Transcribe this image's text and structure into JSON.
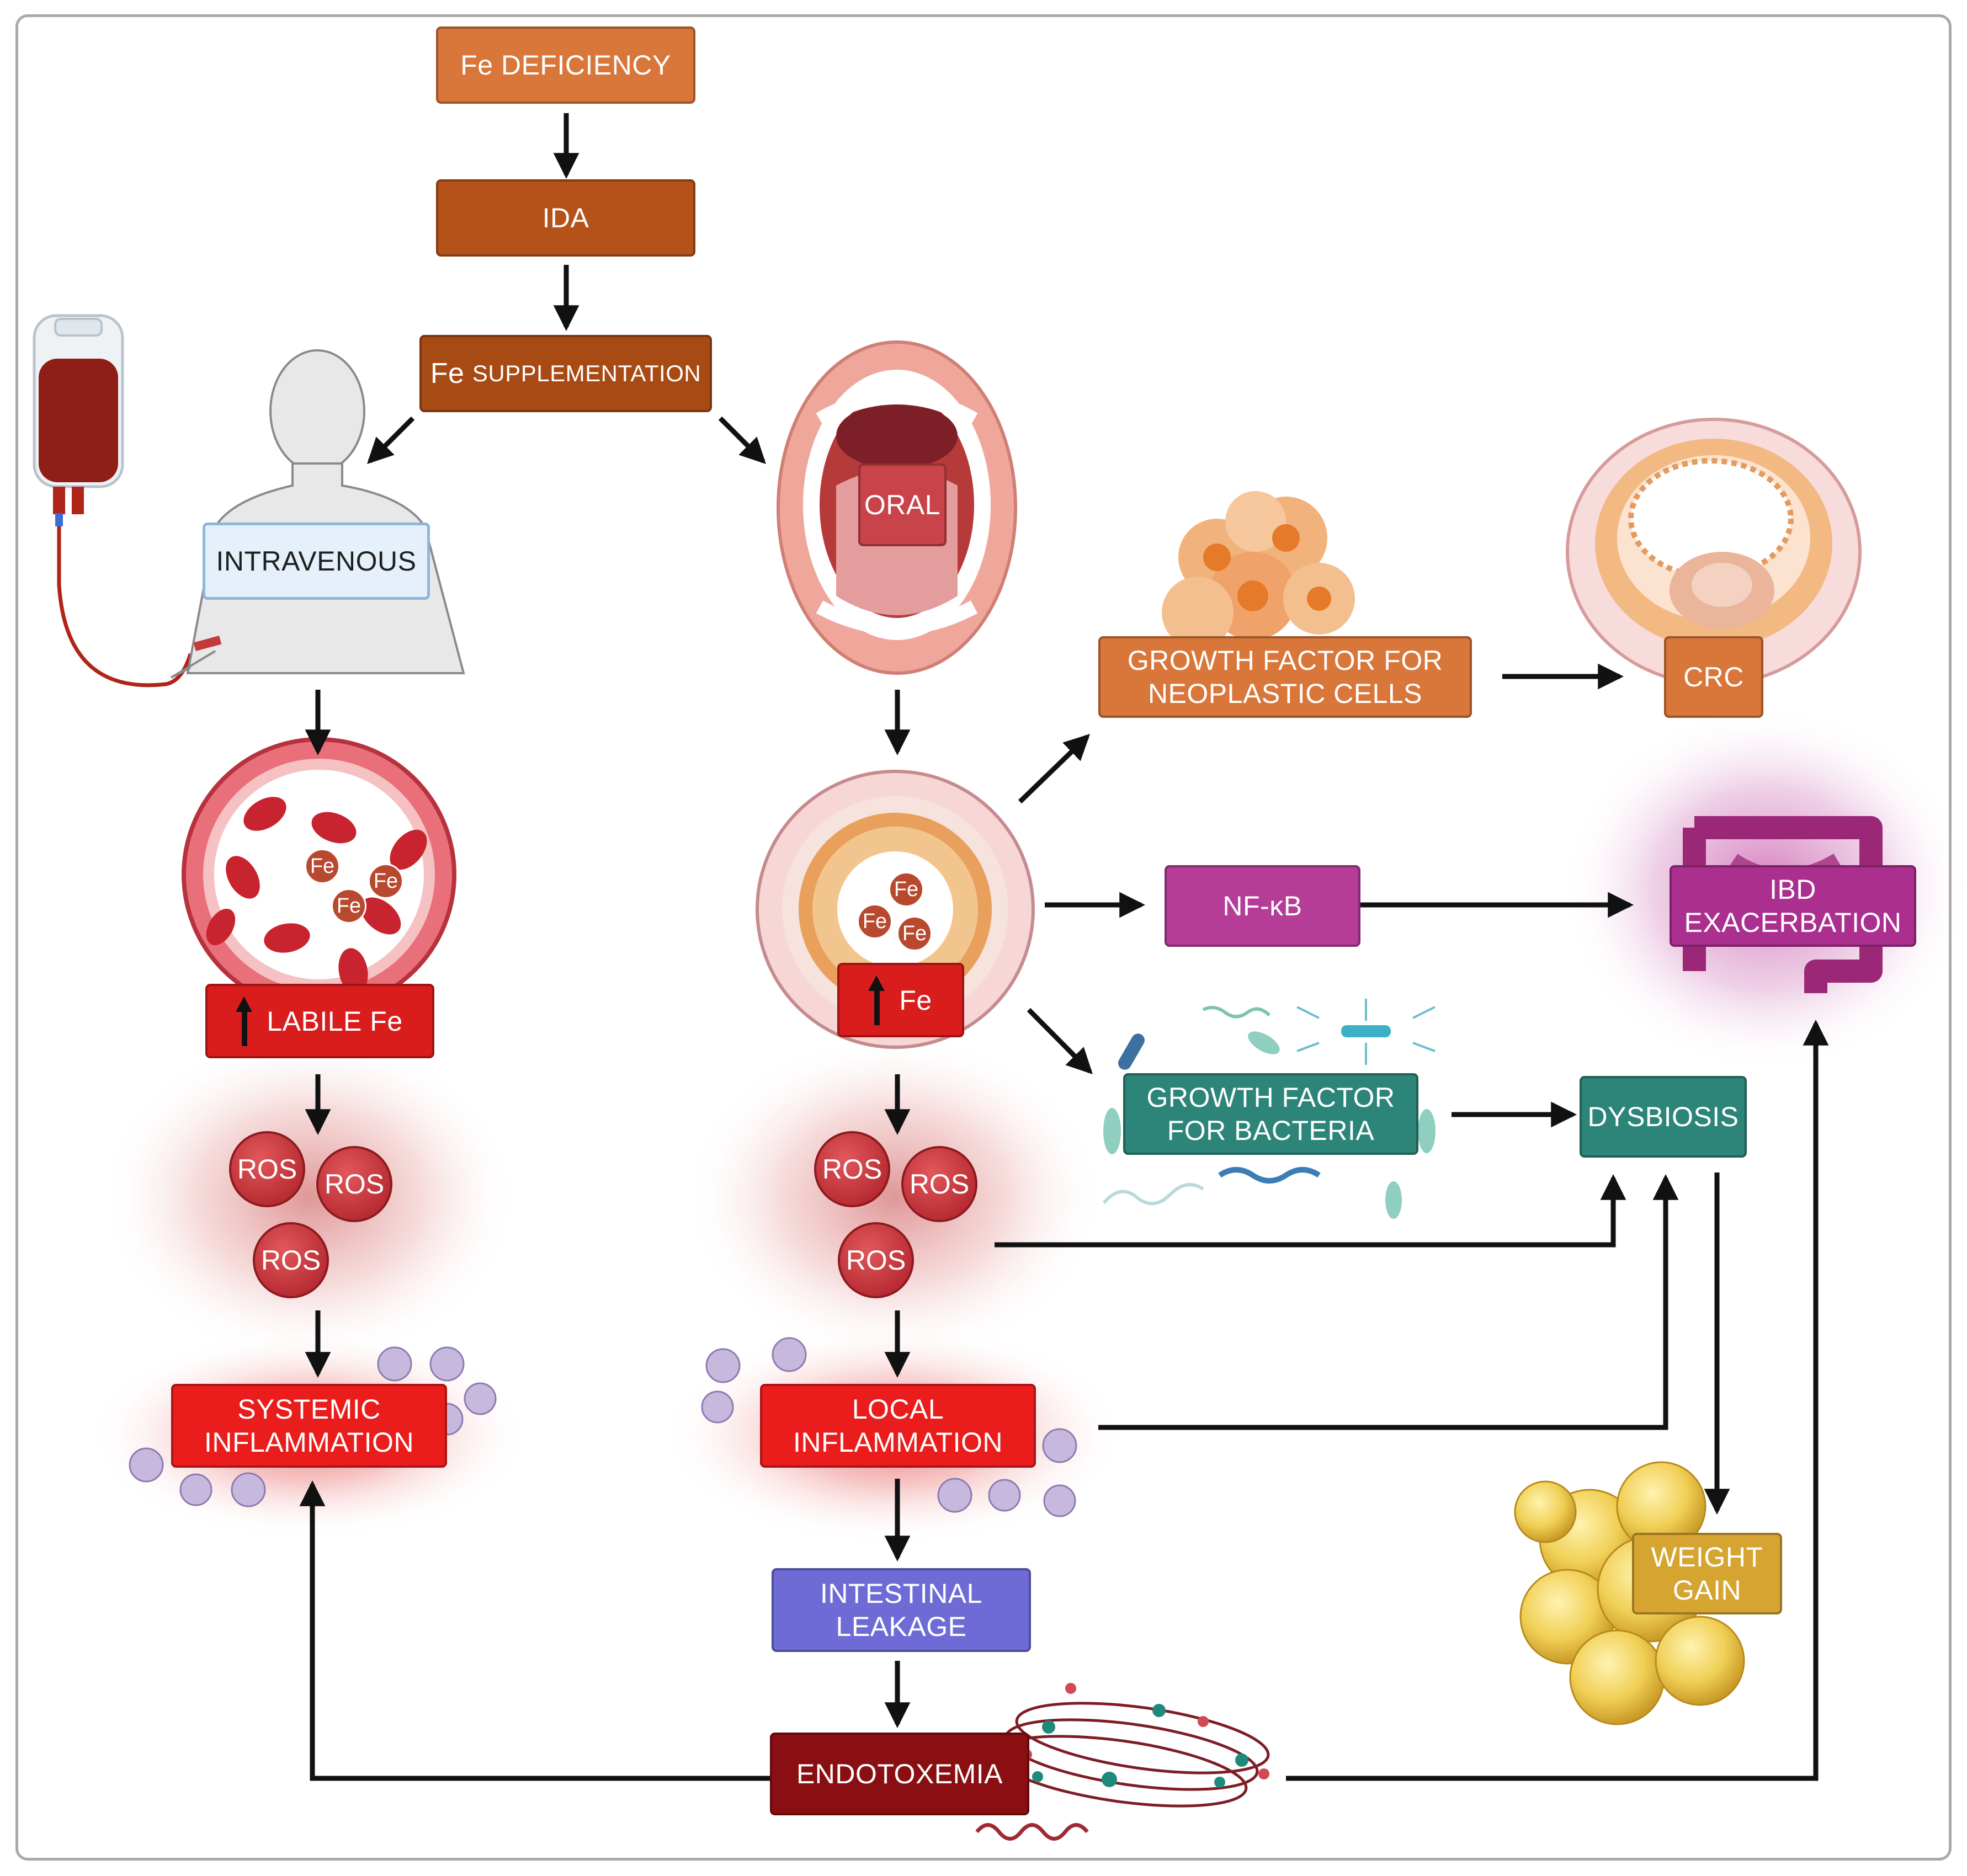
{
  "colors": {
    "orange_light": "#d9763a",
    "orange_dark": "#b4521a",
    "brown": "#a84a14",
    "iv_box_fill": "#e6f0fb",
    "iv_box_border": "#8fb4de",
    "oral_red": "#c9434a",
    "red": "#d91d1d",
    "bright_red": "#ea1c1c",
    "ros_red": "#c8282e",
    "nfkb_magenta": "#b53c97",
    "ibd_magenta": "#ab2f8f",
    "teal": "#2c8578",
    "purple": "#6e6bd6",
    "dark_red": "#8a0f12",
    "gold": "#d6a431",
    "arrow": "#111111"
  },
  "boxes": {
    "fe_deficiency": "Fe DEFICIENCY",
    "ida": "IDA",
    "fe_supplementation_prefix": "Fe",
    "fe_supplementation_suffix": "SUPPLEMENTATION",
    "intravenous": "INTRAVENOUS",
    "oral": "ORAL",
    "labile_fe": "LABILE Fe",
    "local_fe": "Fe",
    "systemic_inflammation": "SYSTEMIC\nINFLAMMATION",
    "local_inflammation": "LOCAL\nINFLAMMATION",
    "intestinal_leakage": "INTESTINAL\nLEAKAGE",
    "endotoxemia": "ENDOTOXEMIA",
    "growth_factor_neoplastic": "GROWTH FACTOR FOR\nNEOPLASTIC CELLS",
    "crc": "CRC",
    "nfkb": "NF-κB",
    "ibd_exacerbation": "IBD\nEXACERBATION",
    "growth_factor_bacteria": "GROWTH FACTOR\nFOR BACTERIA",
    "dysbiosis": "DYSBIOSIS",
    "weight_gain": "WEIGHT\nGAIN"
  },
  "ros_label": "ROS",
  "fe_label": "Fe",
  "icons": [
    "iv-bag-icon",
    "human-body-icon",
    "open-mouth-icon",
    "blood-vessel-icon",
    "intestine-cross-section-icon",
    "tumor-cells-icon",
    "colon-cross-section-icon",
    "inflamed-intestine-icon",
    "bacteria-icon",
    "immune-cell-icon",
    "fat-cells-icon",
    "lipopolysaccharide-icon",
    "up-arrow-icon"
  ]
}
